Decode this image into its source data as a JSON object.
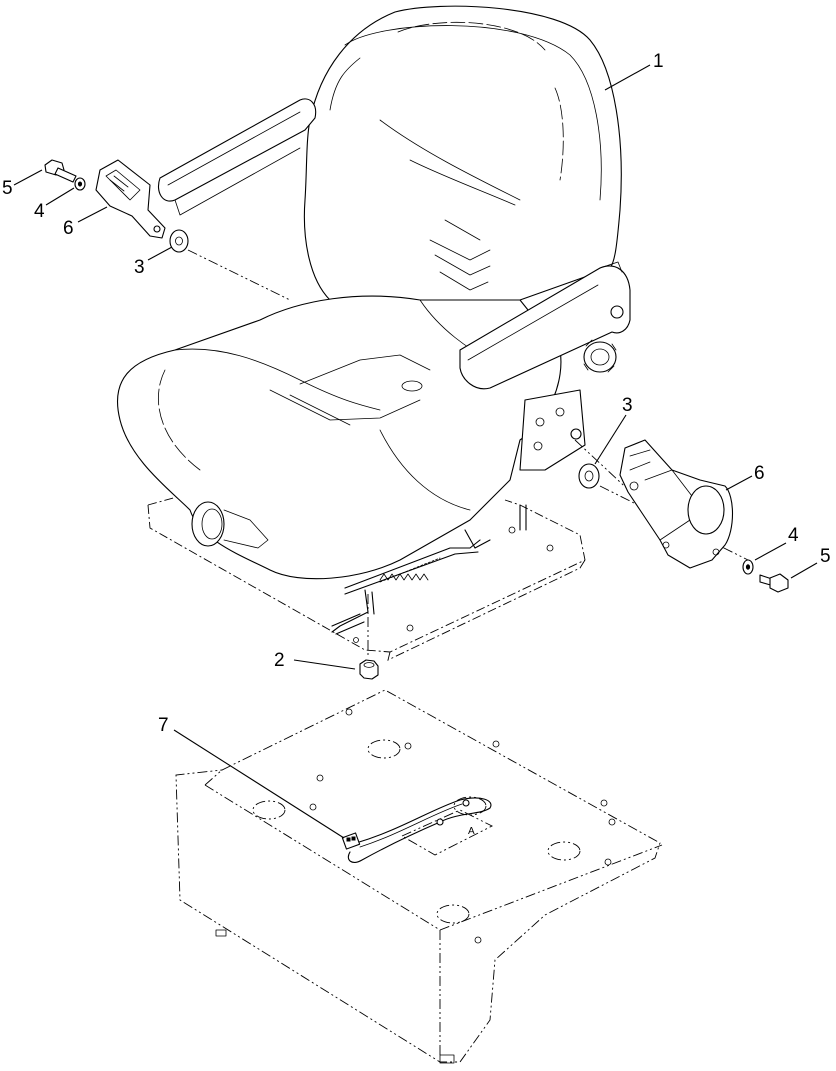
{
  "diagram": {
    "callouts": {
      "seat": "1",
      "nut": "2",
      "spacer_left": "3",
      "spacer_right": "3",
      "washer_left": "4",
      "washer_right": "4",
      "bolt_left": "5",
      "bolt_right": "5",
      "belt_left": "6",
      "belt_right": "6",
      "harness": "7"
    },
    "harness_tag": "A"
  }
}
